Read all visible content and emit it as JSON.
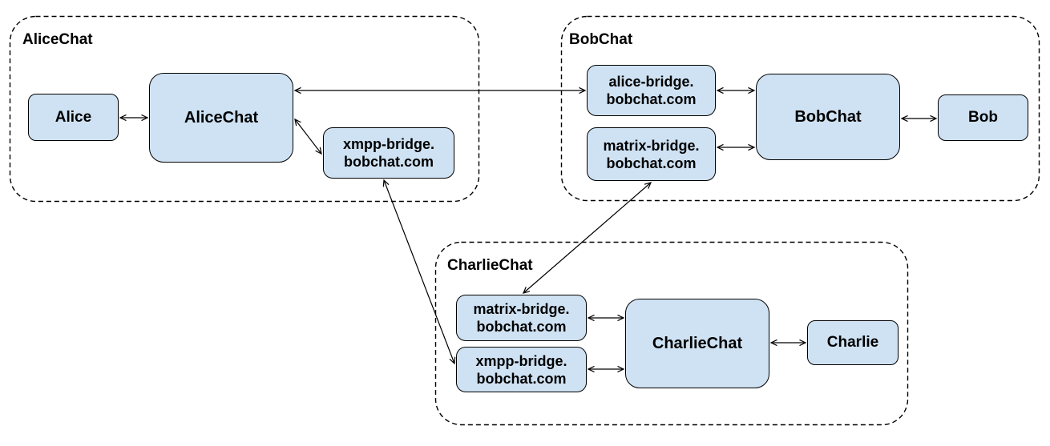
{
  "clusters": {
    "alicechat": {
      "label": "AliceChat",
      "nodes": {
        "alice_user": {
          "label": "Alice"
        },
        "alicechat_server": {
          "label": "AliceChat"
        },
        "xmpp_bridge": {
          "line1": "xmpp-bridge.",
          "line2": "bobchat.com"
        }
      }
    },
    "bobchat": {
      "label": "BobChat",
      "nodes": {
        "alice_bridge": {
          "line1": "alice-bridge.",
          "line2": "bobchat.com"
        },
        "matrix_bridge": {
          "line1": "matrix-bridge.",
          "line2": "bobchat.com"
        },
        "bobchat_server": {
          "label": "BobChat"
        },
        "bob_user": {
          "label": "Bob"
        }
      }
    },
    "charliechat": {
      "label": "CharlieChat",
      "nodes": {
        "matrix_bridge": {
          "line1": "matrix-bridge.",
          "line2": "bobchat.com"
        },
        "xmpp_bridge": {
          "line1": "xmpp-bridge.",
          "line2": "bobchat.com"
        },
        "charliechat_server": {
          "label": "CharlieChat"
        },
        "charlie_user": {
          "label": "Charlie"
        }
      }
    }
  },
  "edges": [
    {
      "a": "Alice",
      "b": "AliceChat",
      "dir": "both"
    },
    {
      "a": "AliceChat",
      "b": "alice-bridge.bobchat.com",
      "dir": "both"
    },
    {
      "a": "AliceChat",
      "b": "xmpp-bridge.bobchat.com (AliceChat)",
      "dir": "both"
    },
    {
      "a": "xmpp-bridge.bobchat.com (AliceChat)",
      "b": "xmpp-bridge.bobchat.com (CharlieChat)",
      "dir": "both"
    },
    {
      "a": "alice-bridge.bobchat.com",
      "b": "BobChat",
      "dir": "both"
    },
    {
      "a": "matrix-bridge.bobchat.com (BobChat)",
      "b": "BobChat",
      "dir": "both"
    },
    {
      "a": "BobChat",
      "b": "Bob",
      "dir": "both"
    },
    {
      "a": "matrix-bridge.bobchat.com (BobChat)",
      "b": "matrix-bridge.bobchat.com (CharlieChat)",
      "dir": "both"
    },
    {
      "a": "matrix-bridge.bobchat.com (CharlieChat)",
      "b": "CharlieChat",
      "dir": "both"
    },
    {
      "a": "xmpp-bridge.bobchat.com (CharlieChat)",
      "b": "CharlieChat",
      "dir": "both"
    },
    {
      "a": "CharlieChat",
      "b": "Charlie",
      "dir": "both"
    }
  ],
  "colors": {
    "node_fill": "#cfe2f3",
    "node_stroke": "#000000",
    "cluster_stroke": "#000000",
    "edge_stroke": "#000000",
    "text": "#000000",
    "background": "#ffffff"
  }
}
